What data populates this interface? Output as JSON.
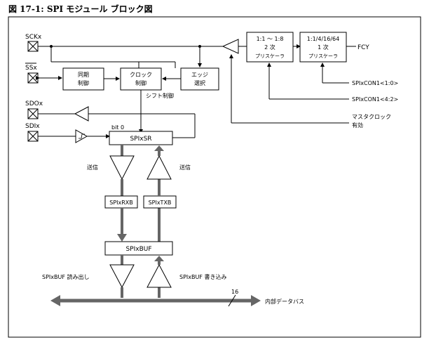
{
  "title": "図 17-1: SPI モジュール ブロック図",
  "pins": {
    "sck": "SCKx",
    "ss": "SSx",
    "sdo": "SDOx",
    "sdi": "SDIx"
  },
  "blocks": {
    "sync_ctrl": [
      "同期",
      "制御"
    ],
    "clock_ctrl": [
      "クロック",
      "制御"
    ],
    "edge_select": [
      "エッジ",
      "選択"
    ],
    "secondary_prescaler": [
      "1:1 ～ 1:8",
      "2 次",
      "プリスケーラ"
    ],
    "primary_prescaler": [
      "1:1/4/16/64",
      "1 次",
      "プリスケーラ"
    ],
    "spixsr": "SPIxSR",
    "spixrxb": "SPIxRXB",
    "spixtxb": "SPIxTXB",
    "spixbuf": "SPIxBUF"
  },
  "labels": {
    "fcy": "FCY",
    "shift_control": "シフト制御",
    "bit0": "bit 0",
    "transmit_left": "送信",
    "transmit_right": "送信",
    "spicon_primary": "SPIxCON1<1:0>",
    "spicon_secondary": "SPIxCON1<4:2>",
    "master_clock": [
      "マスタクロック",
      "有効"
    ],
    "read_buf": "SPIxBUF 読み出し",
    "write_buf": "SPIxBUF 書き込み",
    "bus_width": "16",
    "internal_bus": "内部データバス"
  }
}
